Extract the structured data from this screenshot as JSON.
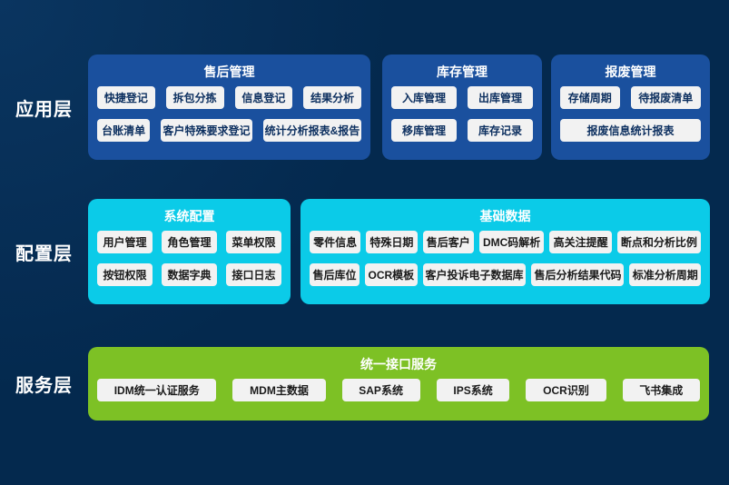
{
  "colors": {
    "background": "#04294E",
    "application_panel": "#1A509E",
    "config_panel": "#0BCBE8",
    "service_panel": "#7DC125",
    "button_bg": "#F2F2F2",
    "button_text_on_blue": "#0D3060",
    "button_text_dark": "#1B1B1B",
    "title_text": "#FFFFFF"
  },
  "layers": [
    {
      "label": "应用层",
      "panels": [
        {
          "title": "售后管理",
          "rows": [
            [
              "快捷登记",
              "拆包分拣",
              "信息登记",
              "结果分析"
            ],
            [
              "台账清单",
              "客户特殊要求登记",
              "统计分析报表&报告"
            ]
          ]
        },
        {
          "title": "库存管理",
          "rows": [
            [
              "入库管理",
              "出库管理"
            ],
            [
              "移库管理",
              "库存记录"
            ]
          ]
        },
        {
          "title": "报废管理",
          "rows": [
            [
              "存储周期",
              "待报废清单"
            ],
            [
              "报废信息统计报表"
            ]
          ]
        }
      ]
    },
    {
      "label": "配置层",
      "panels": [
        {
          "title": "系统配置",
          "rows": [
            [
              "用户管理",
              "角色管理",
              "菜单权限"
            ],
            [
              "按钮权限",
              "数据字典",
              "接口日志"
            ]
          ]
        },
        {
          "title": "基础数据",
          "rows": [
            [
              "零件信息",
              "特殊日期",
              "售后客户",
              "DMC码解析",
              "高关注提醒",
              "断点和分析比例"
            ],
            [
              "售后库位",
              "OCR模板",
              "客户投诉电子数据库",
              "售后分析结果代码",
              "标准分析周期"
            ]
          ]
        }
      ]
    },
    {
      "label": "服务层",
      "panels": [
        {
          "title": "统一接口服务",
          "rows": [
            [
              "IDM统一认证服务",
              "MDM主数据",
              "SAP系统",
              "IPS系统",
              "OCR识别",
              "飞书集成"
            ]
          ]
        }
      ]
    }
  ]
}
